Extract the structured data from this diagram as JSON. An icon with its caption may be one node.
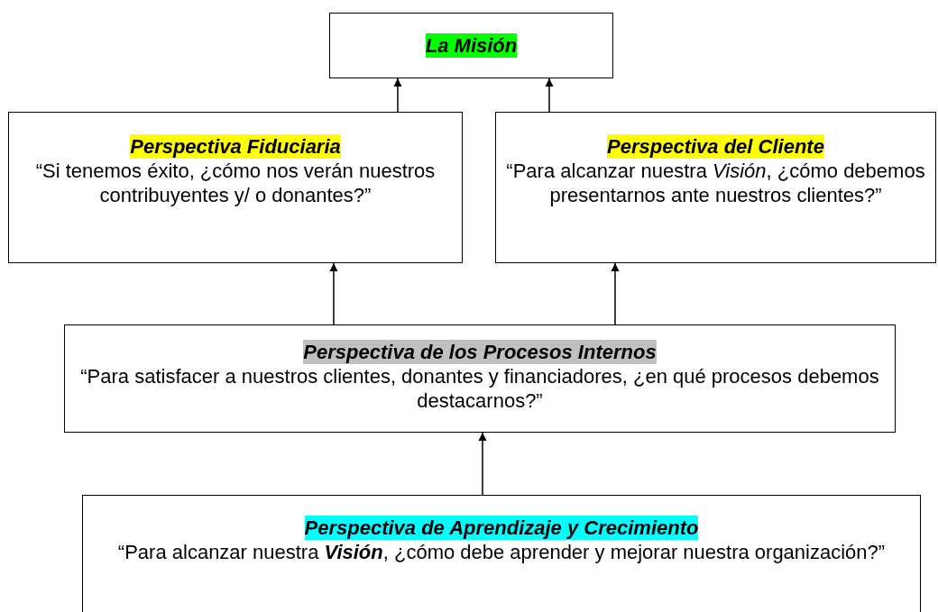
{
  "diagram": {
    "nodes": [
      {
        "text": [
          "La Misión"
        ]
      },
      {
        "text": [
          "Perspectiva Fiduciaria",
          "“Si tenemos éxito, ¿cómo nos verán nuestros contribuyentes y/ o donantes?”"
        ]
      },
      {
        "text": [
          "Perspectiva del Cliente",
          "“Para alcanzar nuestra *Visión*, ¿cómo debemos presentarnos ante nuestros clientes?”"
        ]
      },
      {
        "text": [
          "Perspectiva de los Procesos Internos",
          "“Para satisfacer a nuestros clientes, donantes y financiadores, ¿en qué procesos debemos destacarnos?”"
        ]
      },
      {
        "text": [
          "Perspectiva de Aprendizaje y Crecimiento",
          "“Para alcanzar nuestra **Visión**, ¿cómo debe aprender y mejorar nuestra organización?”"
        ]
      }
    ],
    "edges": [
      {
        "from": 1,
        "to": 0,
        "arrow": "to"
      },
      {
        "from": 2,
        "to": 0,
        "arrow": "to"
      },
      {
        "from": 3,
        "to": 1,
        "arrow": "to"
      },
      {
        "from": 3,
        "to": 2,
        "arrow": "to"
      },
      {
        "from": 4,
        "to": 3,
        "arrow": "to"
      }
    ]
  }
}
